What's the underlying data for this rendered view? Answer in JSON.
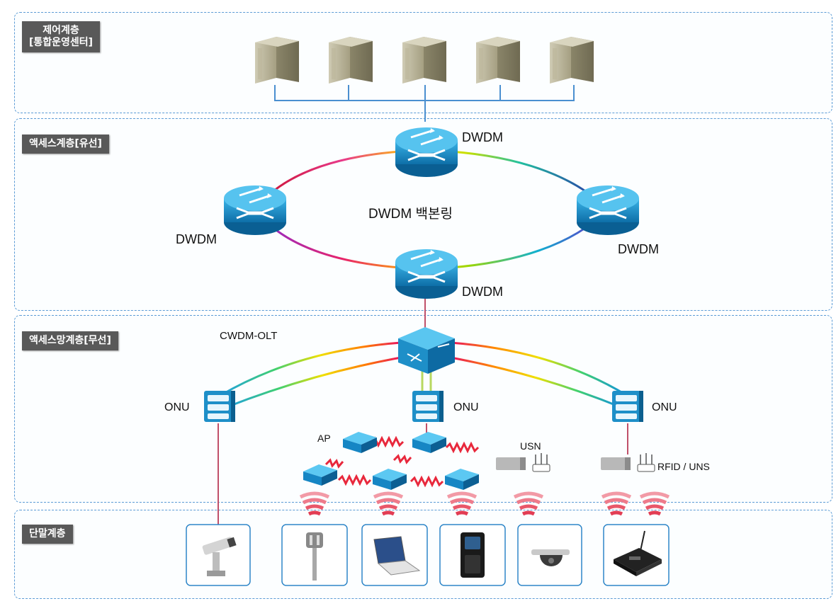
{
  "layers": {
    "control": {
      "label": "제어계층\n[통합운영센터]"
    },
    "access_wired": {
      "label": "액세스계층[유선]"
    },
    "access_wireless": {
      "label": "액세스망계층[무선]"
    },
    "terminal": {
      "label": "단말계층"
    }
  },
  "ring": {
    "title": "DWDM 백본링",
    "node_top": "DWDM",
    "node_left": "DWDM",
    "node_right": "DWDM",
    "node_bottom": "DWDM"
  },
  "wireless": {
    "olt_label": "CWDM-OLT",
    "onu_left": "ONU",
    "onu_center": "ONU",
    "onu_right": "ONU",
    "ap_label": "AP",
    "usn_label": "USN",
    "rfid_label": "RFID / UNS"
  },
  "colors": {
    "dashed_border": "#5b9bd5",
    "label_bg": "#595959",
    "device_blue": "#1e8fc8",
    "server_gray": "#a9a48a"
  }
}
